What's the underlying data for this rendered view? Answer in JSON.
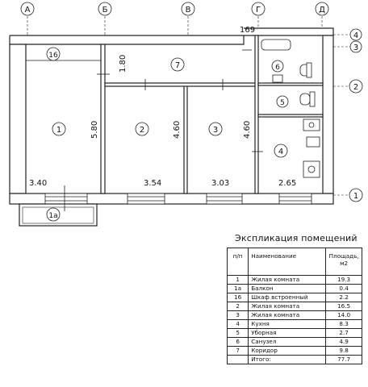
{
  "axes_top": [
    "А",
    "Б",
    "В",
    "Г",
    "Д"
  ],
  "axes_right": [
    "4",
    "3",
    "2",
    "1"
  ],
  "rooms": [
    {
      "id": "r1",
      "label": "1"
    },
    {
      "id": "r2",
      "label": "2"
    },
    {
      "id": "r3",
      "label": "3"
    },
    {
      "id": "r4",
      "label": "4"
    },
    {
      "id": "r5",
      "label": "5"
    },
    {
      "id": "r6",
      "label": "6"
    },
    {
      "id": "r7",
      "label": "7"
    },
    {
      "id": "r16",
      "label": "16"
    },
    {
      "id": "r1a",
      "label": "1а"
    }
  ],
  "dimensions": {
    "w1": "3.40",
    "w2": "3.54",
    "w3": "3.03",
    "w4": "2.65",
    "h1": "5.80",
    "h2": "4.60",
    "h3": "4.60",
    "corridor": "1.80",
    "top": "169"
  },
  "explication": {
    "title": "Экспликация помещений",
    "headers": {
      "num": "п/п",
      "name": "Наименование",
      "area": "Площадь, м2"
    },
    "rows": [
      {
        "num": "1",
        "name": "Жилая комната",
        "area": "19.3"
      },
      {
        "num": "1а",
        "name": "Балкон",
        "area": "0.4"
      },
      {
        "num": "16",
        "name": "Шкаф встроенный",
        "area": "2.2"
      },
      {
        "num": "2",
        "name": "Жилая комната",
        "area": "16.5"
      },
      {
        "num": "3",
        "name": "Жилая комната",
        "area": "14.0"
      },
      {
        "num": "4",
        "name": "Кухня",
        "area": "8.3"
      },
      {
        "num": "5",
        "name": "Уборная",
        "area": "2.7"
      },
      {
        "num": "6",
        "name": "Санузел",
        "area": "4.9"
      },
      {
        "num": "7",
        "name": "Коридор",
        "area": "9.8"
      }
    ],
    "total_label": "Итого:",
    "total_area": "77.7"
  }
}
